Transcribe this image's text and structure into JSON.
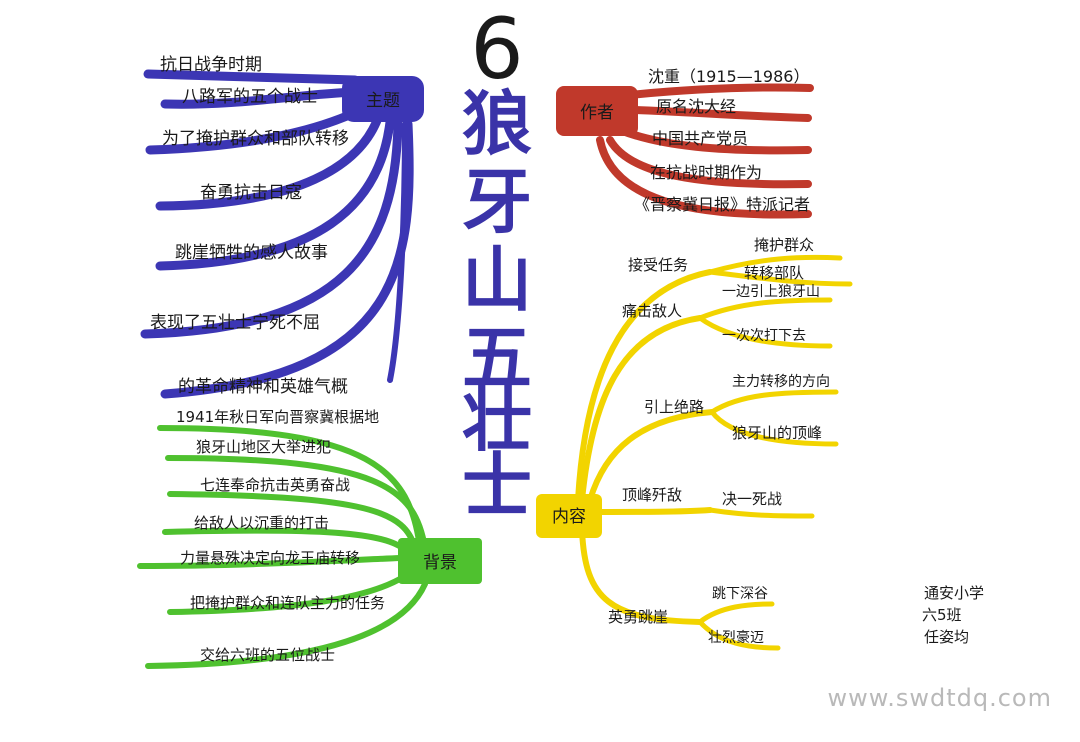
{
  "title": {
    "number": "6",
    "text": "狼牙山五壮士"
  },
  "theme": {
    "label": "主题",
    "color": "#3c36b4",
    "items": [
      "抗日战争时期",
      "八路军的五个战士",
      "为了掩护群众和部队转移",
      "奋勇抗击日寇",
      "跳崖牺牲的感人故事",
      "表现了五壮士宁死不屈",
      "的革命精神和英雄气概"
    ]
  },
  "author": {
    "label": "作者",
    "color": "#c0392b",
    "items": [
      "沈重（1915—1986）",
      "原名沈大经",
      "中国共产党员",
      "在抗战时期作为",
      "《晋察冀日报》特派记者"
    ]
  },
  "background": {
    "label": "背景",
    "color": "#4fc12f",
    "items": [
      "1941年秋日军向晋察冀根据地",
      "狼牙山地区大举进犯",
      "七连奉命抗击英勇奋战",
      "给敌人以沉重的打击",
      "力量悬殊决定向龙王庙转移",
      "把掩护群众和连队主力的任务",
      "交给六班的五位战士"
    ]
  },
  "content": {
    "label": "内容",
    "color": "#f2d400",
    "branches": [
      {
        "label": "接受任务",
        "children": [
          "掩护群众",
          "转移部队"
        ]
      },
      {
        "label": "痛击敌人",
        "children": [
          "一边引上狼牙山",
          "一次次打下去"
        ]
      },
      {
        "label": "引上绝路",
        "children": [
          "主力转移的方向",
          "狼牙山的顶峰"
        ]
      },
      {
        "label": "顶峰歼敌",
        "children": [
          "决一死战"
        ]
      },
      {
        "label": "英勇跳崖",
        "children": [
          "跳下深谷",
          "壮烈豪迈"
        ]
      }
    ]
  },
  "signature": [
    "通安小学",
    "六5班",
    "任姿均"
  ],
  "watermark": "www.swdtdq.com"
}
